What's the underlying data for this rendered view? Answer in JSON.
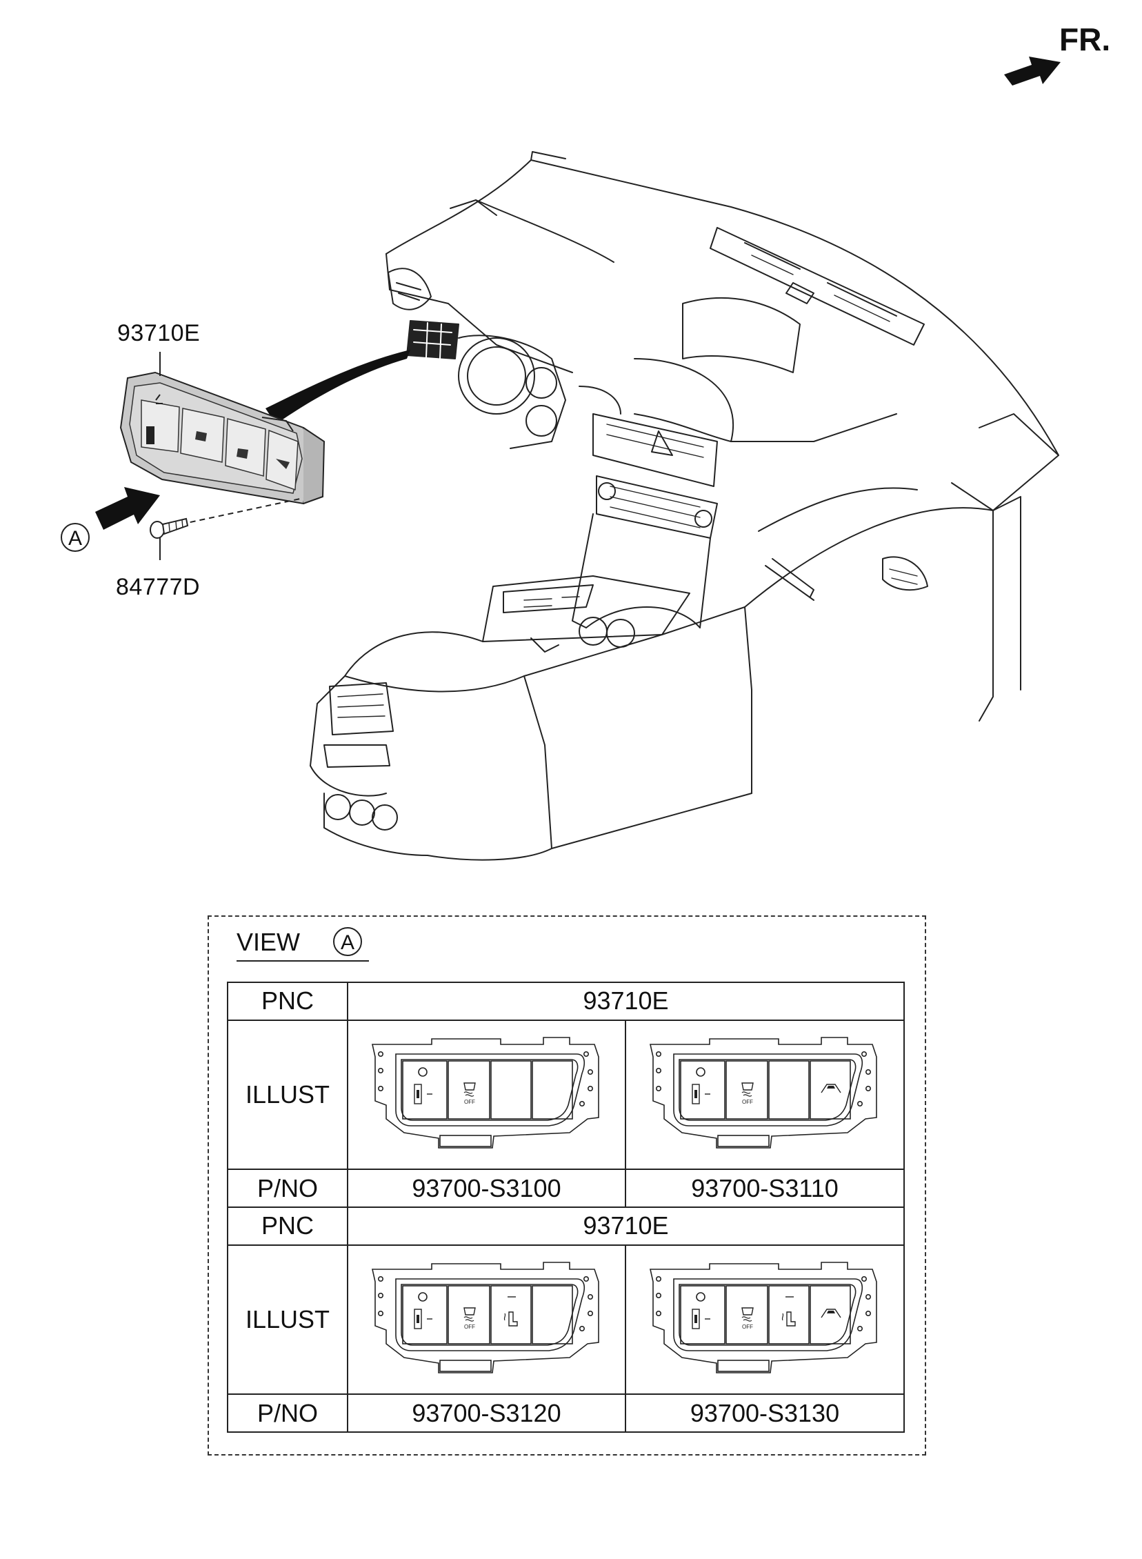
{
  "direction": {
    "label": "FR."
  },
  "callouts": {
    "switch_assembly": "93710E",
    "screw": "84777D",
    "view_marker": "A"
  },
  "view": {
    "title": "VIEW",
    "marker": "A"
  },
  "table": {
    "row_labels": {
      "pnc": "PNC",
      "illust": "ILLUST",
      "pno": "P/NO"
    },
    "groups": [
      {
        "pnc": "93710E",
        "variants": [
          {
            "part_number": "93700-S3100",
            "buttons": [
              "headlamp-level",
              "esc-off",
              "blank",
              "blank"
            ]
          },
          {
            "part_number": "93700-S3110",
            "buttons": [
              "headlamp-level",
              "esc-off",
              "blank",
              "hill-descent"
            ]
          }
        ]
      },
      {
        "pnc": "93710E",
        "variants": [
          {
            "part_number": "93700-S3120",
            "buttons": [
              "headlamp-level",
              "esc-off",
              "seat-heat",
              "blank"
            ]
          },
          {
            "part_number": "93700-S3130",
            "buttons": [
              "headlamp-level",
              "esc-off",
              "seat-heat",
              "hill-descent"
            ]
          }
        ]
      }
    ]
  },
  "switch_icon_text": {
    "off": "OFF"
  }
}
